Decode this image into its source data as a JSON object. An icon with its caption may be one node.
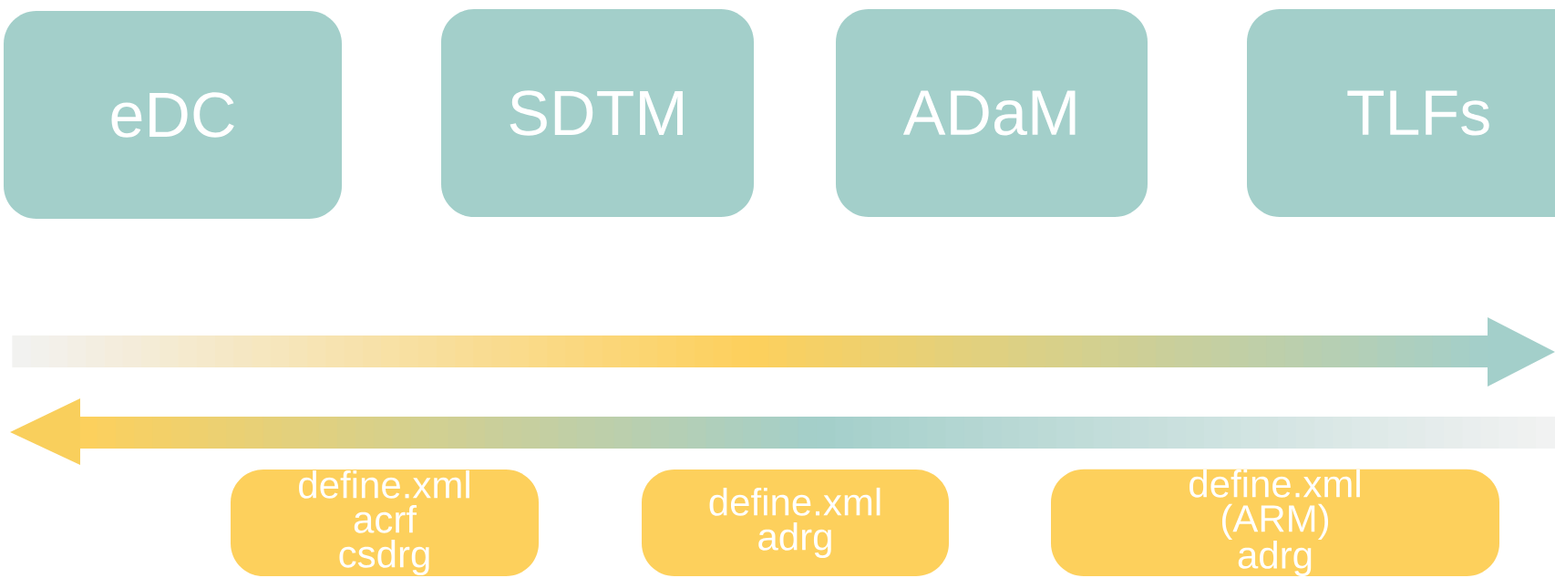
{
  "diagram": {
    "nodes": [
      {
        "text": [
          "eDC"
        ]
      },
      {
        "text": [
          "SDTM"
        ]
      },
      {
        "text": [
          "ADaM"
        ]
      },
      {
        "text": [
          "TLFs"
        ]
      },
      {
        "text": [
          "define.xml",
          "acrf",
          "csdrg"
        ]
      },
      {
        "text": [
          "define.xml",
          "adrg"
        ]
      },
      {
        "text": [
          "define.xml",
          "(ARM)",
          "adrg"
        ]
      }
    ]
  }
}
